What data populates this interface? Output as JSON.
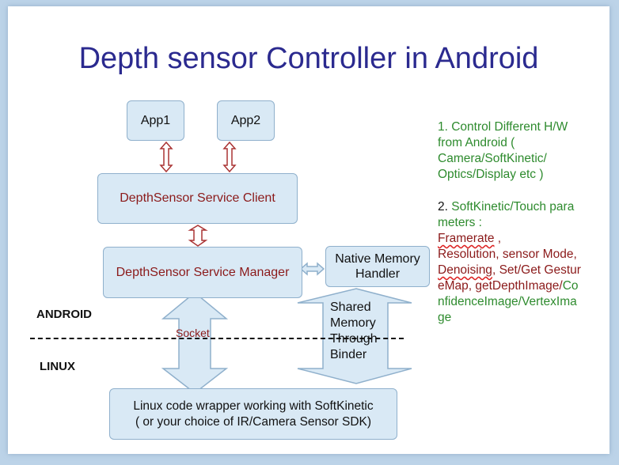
{
  "title": "Depth sensor Controller in Android",
  "diagram": {
    "app1": "App1",
    "app2": "App2",
    "service_client": "DepthSensor Service Client",
    "service_manager": "DepthSensor Service Manager",
    "native_memory_handler": "Native Memory Handler",
    "android_label": "ANDROID",
    "linux_label": "LINUX",
    "socket_label": "Socket",
    "shared_memory_label": "Shared Memory Through Binder",
    "linux_wrapper_line1": "Linux code wrapper working with SoftKinetic",
    "linux_wrapper_line2": "( or your choice of IR/Camera Sensor SDK)"
  },
  "notes": {
    "point1": "1. Control Different H/W from Android ( Camera/SoftKinetic/ Optics/Display etc )",
    "point2_prefix": "2. ",
    "point2_green": "SoftKinetic/Touch parameters :",
    "framerate": "Framerate",
    "framerate_comma": " ,",
    "resolution": "Resolution, sensor Mode, ",
    "denoising": "Denoising",
    "denoising_comma": ",",
    "set_get": "Set/Get GestureMap, getDepthImage/",
    "confidence": "ConfidenceImage/VertexImage"
  },
  "colors": {
    "title": "#2b2a8f",
    "box_fill": "#d9e9f5",
    "box_border": "#8fb0cc",
    "green_text": "#2e8b2e",
    "dark_red_text": "#8b1a1a",
    "arrow_outline": "#a33"
  }
}
